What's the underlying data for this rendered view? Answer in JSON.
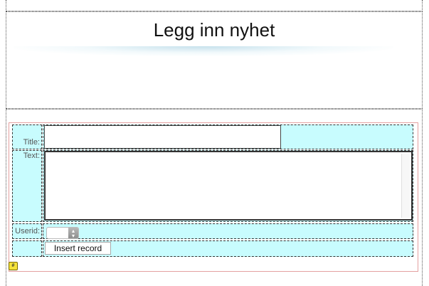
{
  "header": {
    "title": "Legg inn nyhet"
  },
  "form": {
    "title_label": "Title:",
    "title_value": "",
    "text_label": "Text:",
    "text_value": "",
    "userid_label": "Userid:",
    "userid_value": "",
    "submit_label": "Insert record"
  },
  "icons": {
    "server_tag": "php-tag-icon",
    "select_arrow": "updown-arrow-icon"
  },
  "colors": {
    "cell_bg": "#c8fcfe",
    "form_border": "#e4a0a0"
  }
}
